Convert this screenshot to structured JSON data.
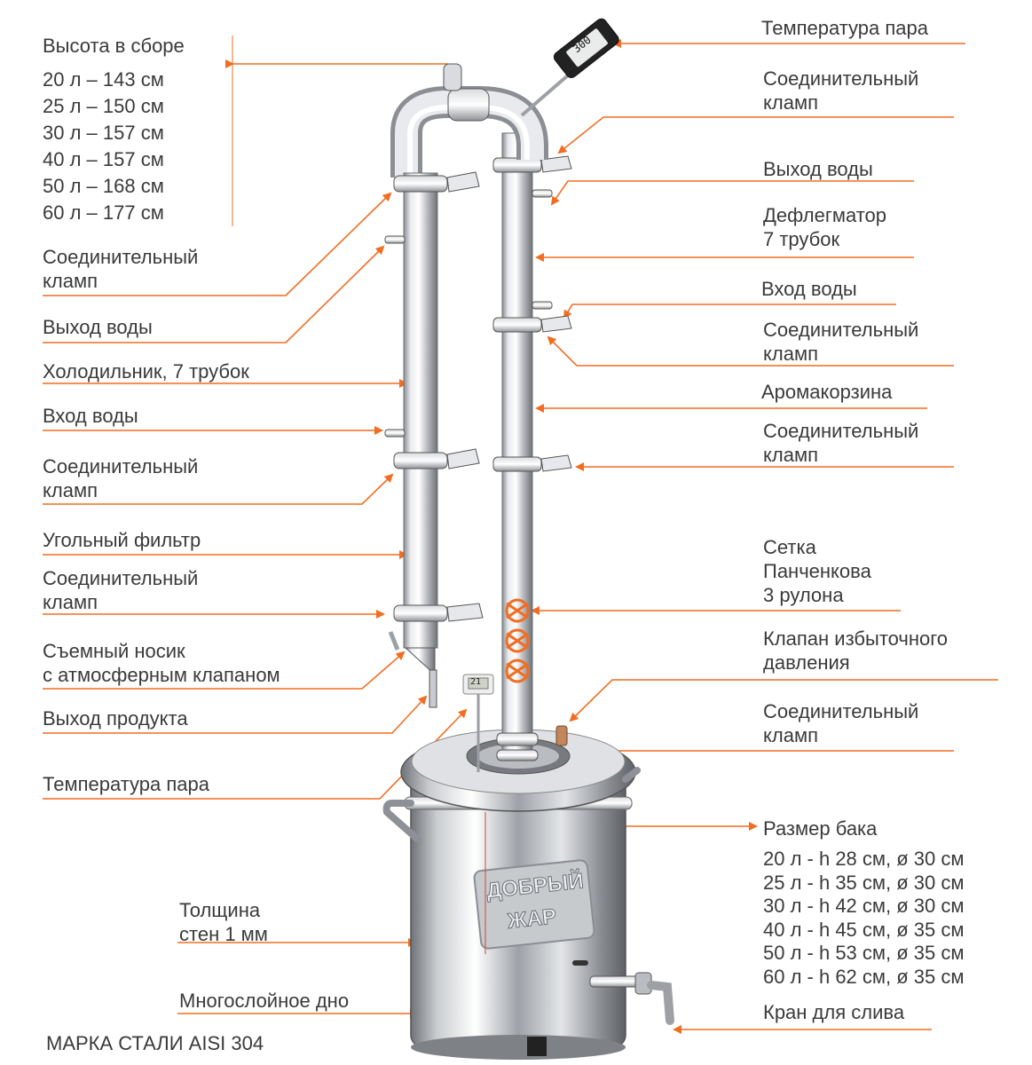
{
  "accent_color": "#f26d21",
  "left_labels": {
    "height_title": "Высота в сборе",
    "heights": [
      "20 л – 143 см",
      "25 л – 150 см",
      "30 л – 157 см",
      "40 л – 157 см",
      "50 л – 168 см",
      "60 л – 177 см"
    ],
    "clamp_1": [
      "Соединительный",
      "кламп"
    ],
    "water_out": "Выход воды",
    "cooler": "Холодильник, 7 трубок",
    "water_in": "Вход воды",
    "clamp_2": [
      "Соединительный",
      "кламп"
    ],
    "carbon_filter": "Угольный фильтр",
    "clamp_3": [
      "Соединительный",
      "кламп"
    ],
    "spout": [
      "Съемный носик",
      "с атмосферным клапаном"
    ],
    "product_out": "Выход продукта",
    "steam_temp": "Температура пара",
    "wall_thickness": [
      "Толщина",
      "стен 1 мм"
    ],
    "multilayer_bottom": "Многослойное дно",
    "steel_grade": "МАРКА СТАЛИ AISI 304"
  },
  "right_labels": {
    "steam_temp": "Температура пара",
    "clamp_1": [
      "Соединительный",
      "кламп"
    ],
    "water_out": "Выход воды",
    "dephlegmator": [
      "Дефлегматор",
      "7 трубок"
    ],
    "water_in": "Вход воды",
    "clamp_2": [
      "Соединительный",
      "кламп"
    ],
    "aroma_basket": "Аромакорзина",
    "clamp_3": [
      "Соединительный",
      "кламп"
    ],
    "panchenkov_mesh": [
      "Сетка",
      "Панченкова",
      "3 рулона"
    ],
    "relief_valve": [
      "Клапан избыточного",
      "давления"
    ],
    "clamp_4": [
      "Соединительный",
      "кламп"
    ],
    "tank_size_title": "Размер бака",
    "tank_sizes": [
      "20 л - h 28 см, ø 30 см",
      "25 л - h 35 см, ø 30 см",
      "30 л - h 42 см, ø 30 см",
      "40 л - h 45 см, ø 35 см",
      "50 л - h 53 см, ø 35 см",
      "60 л - h 62 см, ø 35 см"
    ],
    "drain_tap": "Кран для слива"
  },
  "device": {
    "thermometer_display": "300",
    "tank_thermometer_display": "21",
    "brand_line1": "ДОБРЫЙ",
    "brand_line2": "ЖАР"
  }
}
